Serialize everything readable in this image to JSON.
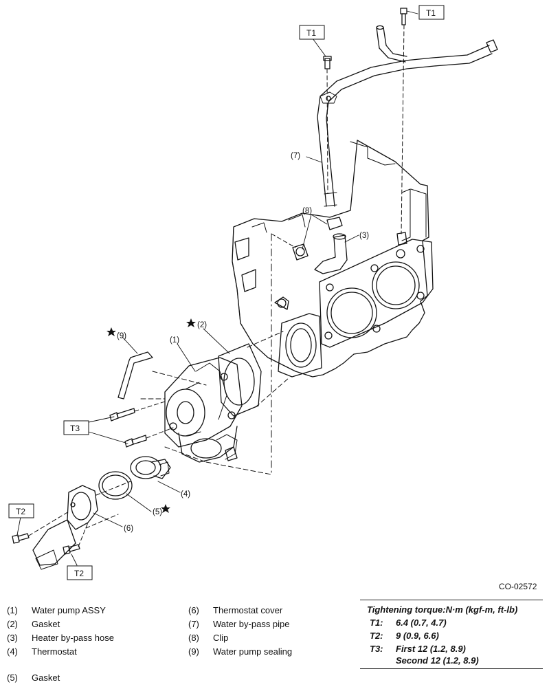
{
  "figure_code": "CO-02572",
  "callouts": {
    "c1": "(1)",
    "c2": "(2)",
    "c3": "(3)",
    "c4": "(4)",
    "c5": "(5)",
    "c6": "(6)",
    "c7": "(7)",
    "c8": "(8)",
    "c9": "(9)"
  },
  "torque_boxes": {
    "t1a": "T1",
    "t1b": "T1",
    "t2a": "T2",
    "t2b": "T2",
    "t3": "T3"
  },
  "legend_left": [
    {
      "num": "(1)",
      "label": "Water pump ASSY"
    },
    {
      "num": "(2)",
      "label": "Gasket"
    },
    {
      "num": "(3)",
      "label": "Heater by-pass hose"
    },
    {
      "num": "(4)",
      "label": "Thermostat"
    },
    {
      "num": "(5)",
      "label": "Gasket"
    }
  ],
  "legend_mid": [
    {
      "num": "(6)",
      "label": "Thermostat cover"
    },
    {
      "num": "(7)",
      "label": "Water by-pass pipe"
    },
    {
      "num": "(8)",
      "label": "Clip"
    },
    {
      "num": "(9)",
      "label": "Water pump sealing"
    }
  ],
  "torque_table": {
    "title": "Tightening torque:N·m (kgf-m, ft-lb)",
    "rows": [
      {
        "label": "T1:",
        "value": "6.4 (0.7, 4.7)"
      },
      {
        "label": "T2:",
        "value": "9 (0.9, 6.6)"
      },
      {
        "label": "T3:",
        "value": "First 12 (1.2, 8.9)"
      },
      {
        "label": "",
        "value": "Second 12 (1.2, 8.9)"
      }
    ]
  }
}
